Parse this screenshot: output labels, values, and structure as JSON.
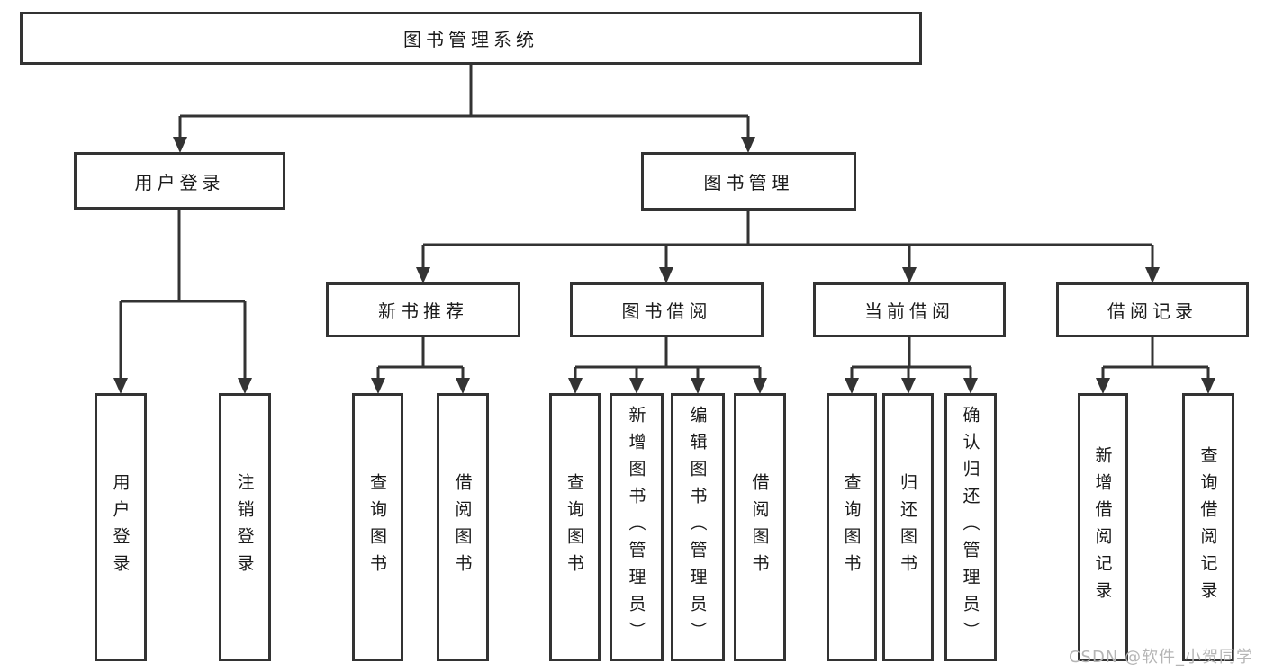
{
  "watermark": "CSDN @软件_小贺同学",
  "colors": {
    "line": "#333333",
    "box_border": "#333333",
    "box_fill": "#ffffff",
    "text": "#1a1a1a",
    "watermark": "#b5b5b5",
    "background": "#ffffff"
  },
  "tree": {
    "root": {
      "label": "图书管理系统"
    },
    "user": {
      "label": "用户登录",
      "leaves": [
        {
          "label": "用户登录"
        },
        {
          "label": "注销登录"
        }
      ]
    },
    "book": {
      "label": "图书管理",
      "groups": [
        {
          "label": "新书推荐",
          "leaves": [
            {
              "label": "查询图书"
            },
            {
              "label": "借阅图书"
            }
          ]
        },
        {
          "label": "图书借阅",
          "leaves": [
            {
              "label": "查询图书"
            },
            {
              "label": "新增图书（管理员）"
            },
            {
              "label": "编辑图书（管理员）"
            },
            {
              "label": "借阅图书"
            }
          ]
        },
        {
          "label": "当前借阅",
          "leaves": [
            {
              "label": "查询图书"
            },
            {
              "label": "归还图书"
            },
            {
              "label": "确认归还（管理员）"
            }
          ]
        },
        {
          "label": "借阅记录",
          "leaves": [
            {
              "label": "新增借阅记录"
            },
            {
              "label": "查询借阅记录"
            }
          ]
        }
      ]
    }
  }
}
